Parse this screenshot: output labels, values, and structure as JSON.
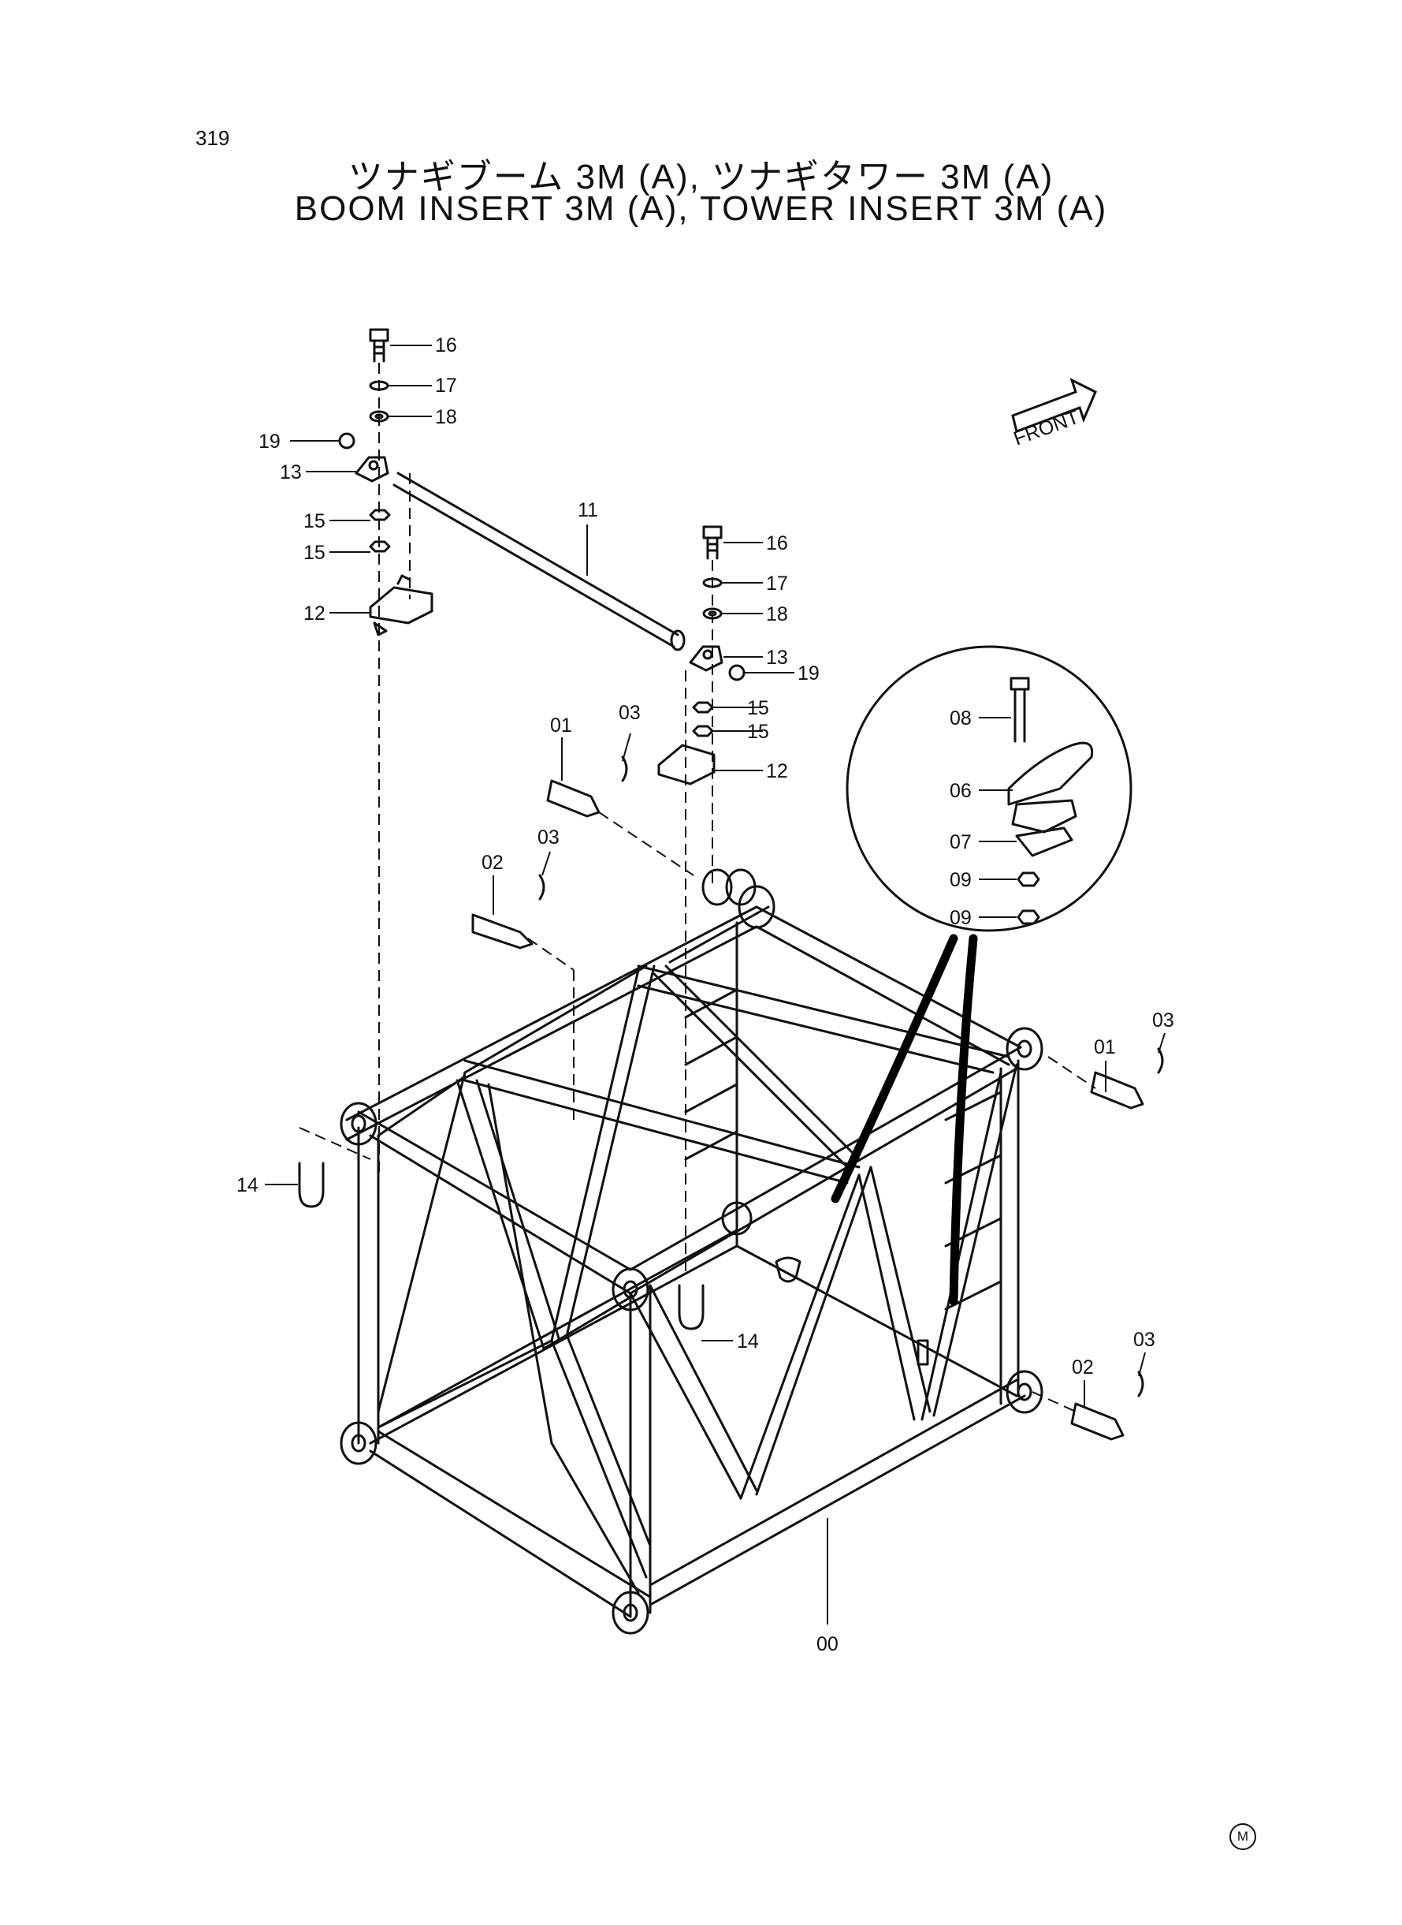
{
  "page_number": "319",
  "title_jp": "ツナギブーム 3M (A), ツナギタワー 3M (A)",
  "title_en": "BOOM INSERT 3M (A), TOWER INSERT 3M (A)",
  "front_label": "FRONT",
  "maker_mark": "M",
  "labels": {
    "l16a": "16",
    "l17a": "17",
    "l18a": "18",
    "l19a": "19",
    "l13a": "13",
    "l15a": "15",
    "l15b": "15",
    "l12a": "12",
    "l11": "11",
    "l16b": "16",
    "l17b": "17",
    "l18b": "18",
    "l13b": "13",
    "l19b": "19",
    "l15c": "15",
    "l15d": "15",
    "l12b": "12",
    "l01a": "01",
    "l03a": "03",
    "l02a": "02",
    "l03b": "03",
    "l08": "08",
    "l06": "06",
    "l07": "07",
    "l09a": "09",
    "l09b": "09",
    "l01b": "01",
    "l03c": "03",
    "l14a": "14",
    "l14b": "14",
    "l02b": "02",
    "l03d": "03",
    "l00": "00"
  }
}
